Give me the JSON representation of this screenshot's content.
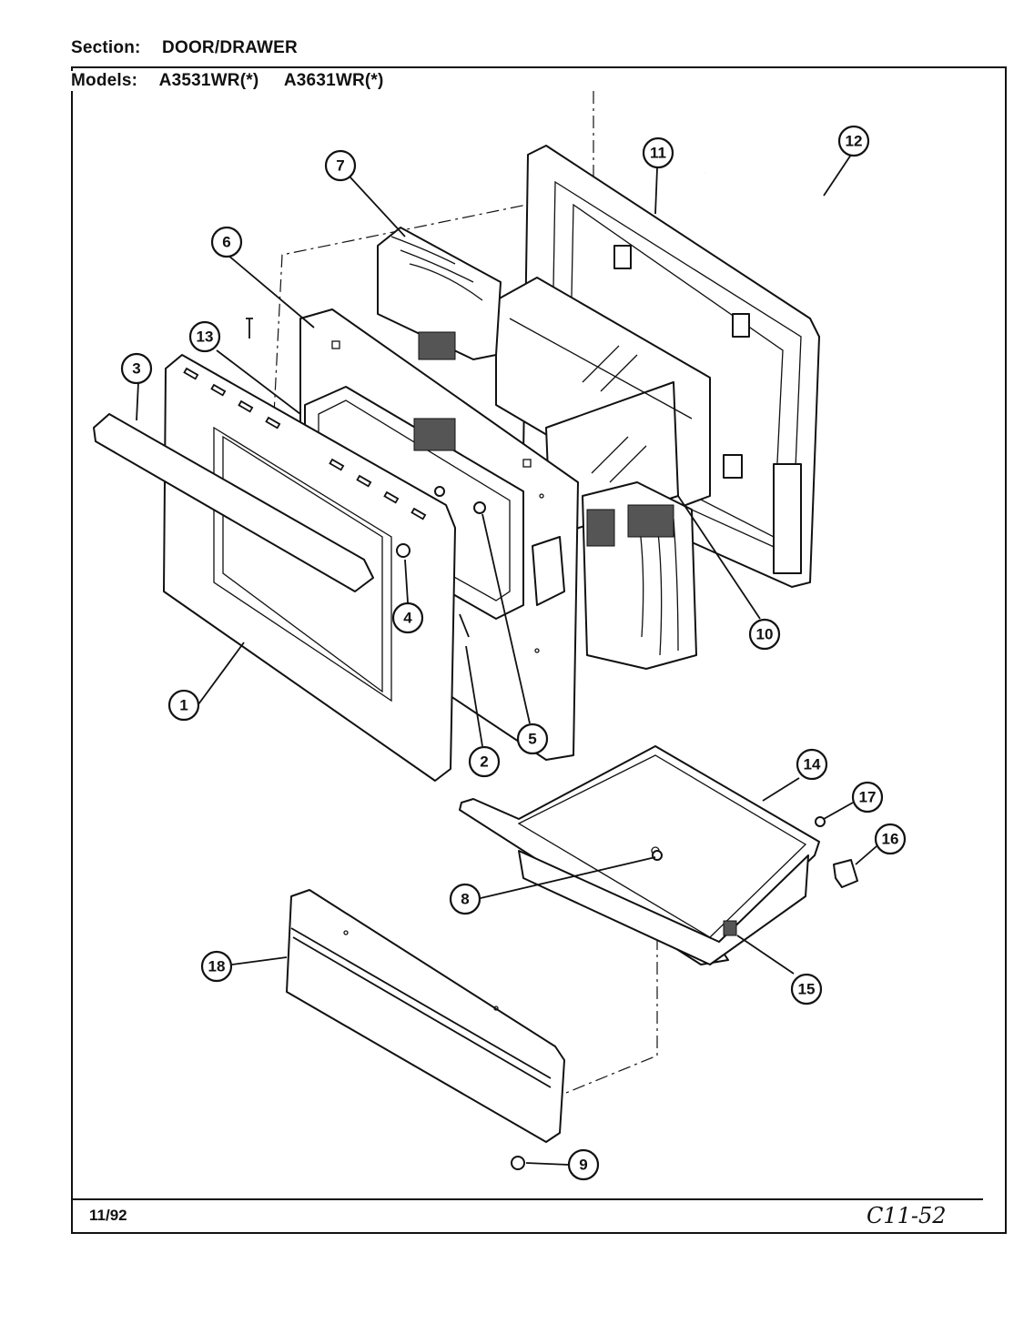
{
  "header": {
    "section_label": "Section:",
    "section_value": "DOOR/DRAWER",
    "models_label": "Models:",
    "model_1": "A3531WR(*)",
    "model_2": "A3631WR(*)"
  },
  "footer": {
    "date": "11/92",
    "code": "C11-52"
  },
  "callouts": [
    "1",
    "2",
    "3",
    "4",
    "5",
    "6",
    "7",
    "8",
    "9",
    "10",
    "11",
    "12",
    "13",
    "14",
    "15",
    "16",
    "17",
    "18"
  ]
}
